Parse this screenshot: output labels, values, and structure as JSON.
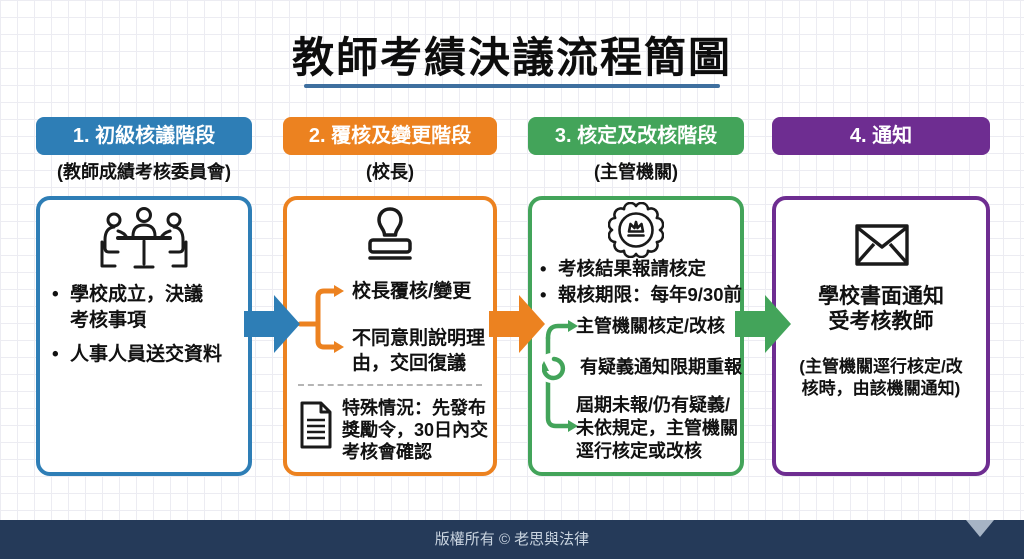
{
  "title": "教師考績決議流程簡圖",
  "title_underline_color": "#3e6f9f",
  "glyphs": {
    "bullet": "•"
  },
  "stages": [
    {
      "badge": "1. 初級核議階段",
      "subtitle": "(教師成績考核委員會)",
      "color": "#2e7eb6",
      "icon": "meeting-icon",
      "bullets": [
        {
          "lines": [
            "學校成立，決議",
            "考核事項"
          ]
        },
        {
          "lines": [
            "人事人員送交資料"
          ]
        }
      ]
    },
    {
      "badge": "2. 覆核及變更階段",
      "subtitle": "(校長)",
      "color": "#ec8220",
      "icon": "stamp-icon",
      "branch": [
        {
          "lines": [
            "校長覆核/變更"
          ]
        },
        {
          "lines": [
            "不同意則說明理",
            "由，交回復議"
          ]
        }
      ],
      "note": {
        "icon": "document-icon",
        "lines": [
          "特殊情況：先發布",
          "獎勵令，30日內交",
          "考核會確認"
        ]
      }
    },
    {
      "badge": "3. 核定及改核階段",
      "subtitle": "(主管機關)",
      "color": "#43a45a",
      "icon": "award-badge-icon",
      "bullets": [
        {
          "lines": [
            "考核結果報請核定"
          ]
        },
        {
          "lines": [
            "報核期限：每年9/30前"
          ]
        }
      ],
      "branch": [
        {
          "lines": [
            "主管機關核定/改核"
          ]
        },
        {
          "icon": "loop-arrow-icon",
          "lines": [
            "有疑義通知限期重報"
          ]
        },
        {
          "lines": [
            "屆期未報/仍有疑義/",
            "未依規定，主管機關",
            "逕行核定或改核"
          ]
        }
      ]
    },
    {
      "badge": "4. 通知",
      "subtitle": "",
      "color": "#6e2d91",
      "icon": "envelope-icon",
      "main": {
        "lines": [
          "學校書面通知",
          "受考核教師"
        ]
      },
      "note": {
        "lines": [
          "(主管機關逕行核定/改",
          "核時，由該機關通知)"
        ]
      }
    }
  ],
  "arrows": [
    {
      "direction": "right",
      "color": "#2e7eb6"
    },
    {
      "direction": "right",
      "color": "#ec8220"
    },
    {
      "direction": "right",
      "color": "#43a45a"
    }
  ],
  "footer": {
    "text": "版權所有 © 老思與法律",
    "background": "#253a59"
  }
}
